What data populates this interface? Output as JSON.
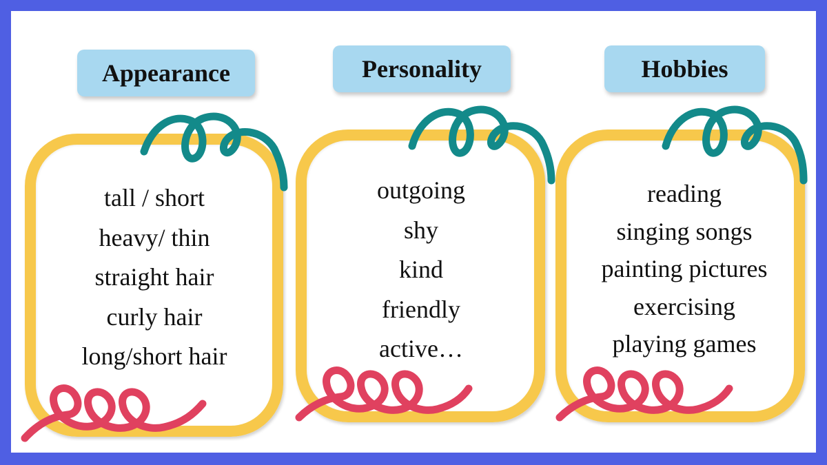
{
  "slide": {
    "categories": [
      {
        "title": "Appearance",
        "items": [
          "tall / short",
          "heavy/ thin",
          "straight hair",
          "curly hair",
          "long/short hair"
        ]
      },
      {
        "title": "Personality",
        "items": [
          "outgoing",
          "shy",
          "kind",
          "friendly",
          "active…"
        ]
      },
      {
        "title": "Hobbies",
        "items": [
          "reading",
          "singing songs",
          "painting pictures",
          "exercising",
          "playing games"
        ]
      }
    ]
  },
  "colors": {
    "outer_border": "#4f5fe3",
    "background": "#ffffff",
    "header_fill": "#a8d8f0",
    "frame_yellow": "#f7c84b",
    "loop_teal": "#138a8a",
    "loop_red": "#e0415f"
  }
}
